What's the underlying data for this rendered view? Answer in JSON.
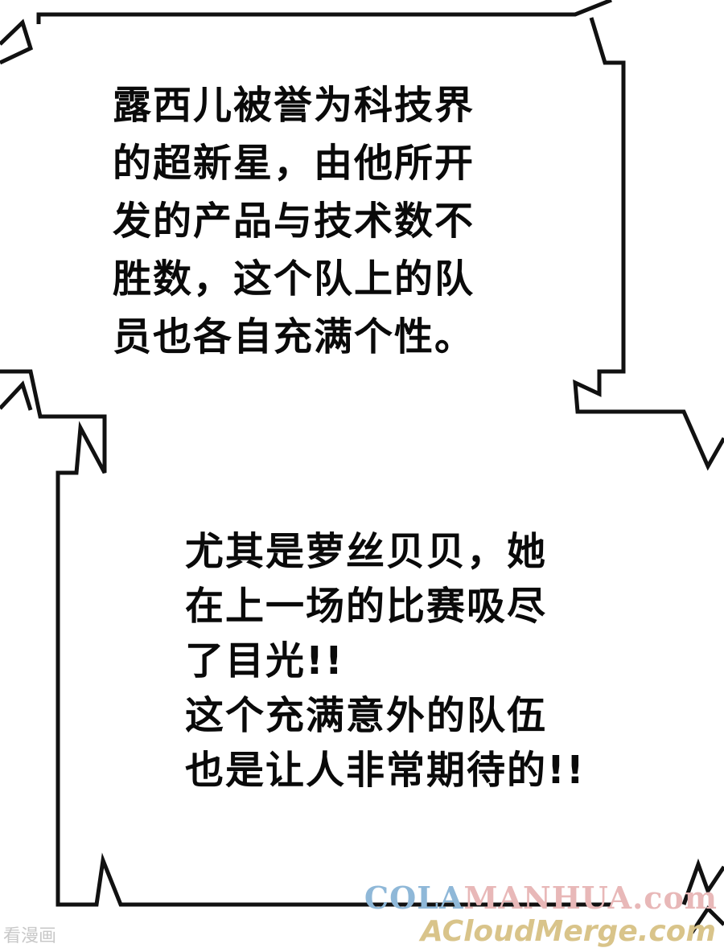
{
  "captions": [
    {
      "lines": [
        "露西儿被誉为科技界",
        "的超新星，由他所开",
        "发的产品与技术数不",
        "胜数，这个队上的队",
        "员也各自充满个性。"
      ]
    },
    {
      "lines": [
        "尤其是萝丝贝贝，她",
        "在上一场的比赛吸尽",
        "了目光!!",
        "这个充满意外的队伍",
        "也是让人非常期待的!!"
      ]
    }
  ],
  "watermarks": {
    "left": "看漫画",
    "cola_part1": "COLA",
    "cola_part2": "MANHUA.com",
    "acloud": "ACloudMerge.com"
  },
  "colors": {
    "border": "#111111",
    "text": "#0a0a0a",
    "background": "#ffffff"
  }
}
